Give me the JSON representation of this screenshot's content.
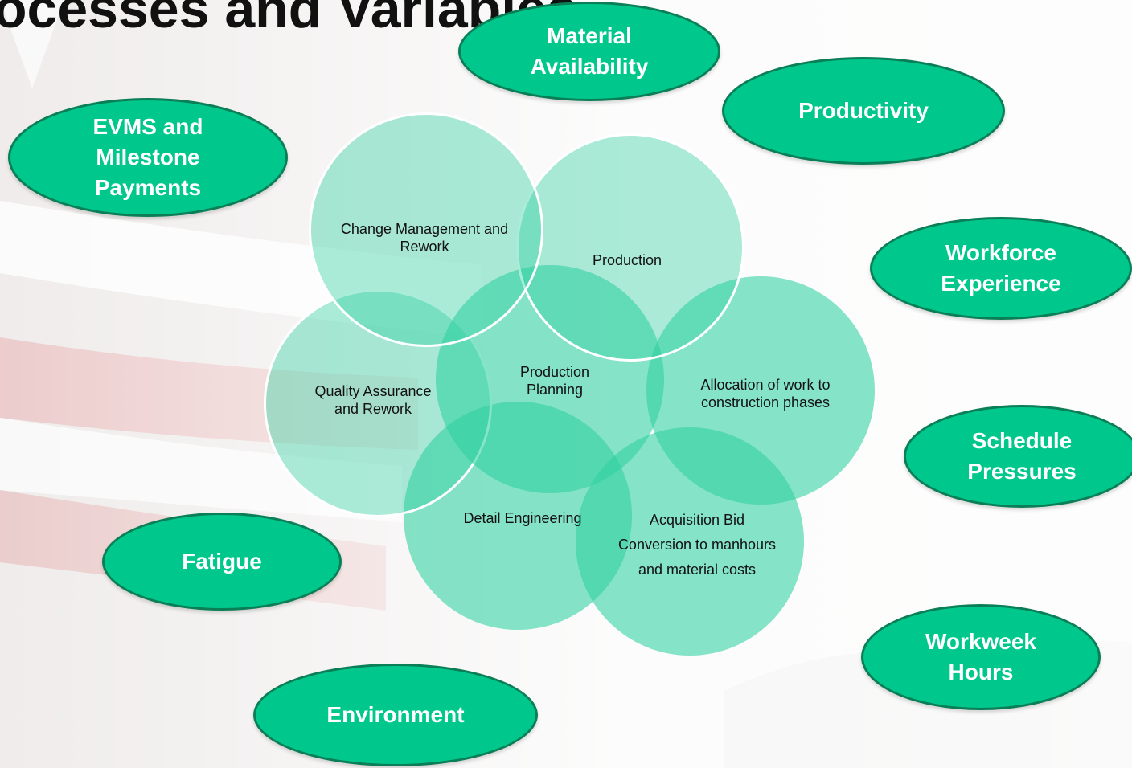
{
  "title": "ocesses and Variables",
  "variables": [
    "Material\nAvailability",
    "Productivity",
    "EVMS and\nMilestone\nPayments",
    "Workforce\nExperience",
    "Schedule\nPressures",
    "Fatigue",
    "Workweek\nHours",
    "Environment"
  ],
  "processes": {
    "change_management": "Change Management and\nRework",
    "production": "Production",
    "quality_assurance": "Quality Assurance\nand Rework",
    "production_planning": "Production\nPlanning",
    "allocation": "Allocation of work to\nconstruction phases",
    "detail_engineering": "Detail Engineering",
    "acquisition": "Acquisition Bid\nConversion to manhours\nand material costs"
  },
  "colors": {
    "variable_fill": "#00c78c",
    "variable_border": "#0a7f57",
    "process_fill": "#2ed0a0",
    "ring_stroke": "#ffffff"
  }
}
